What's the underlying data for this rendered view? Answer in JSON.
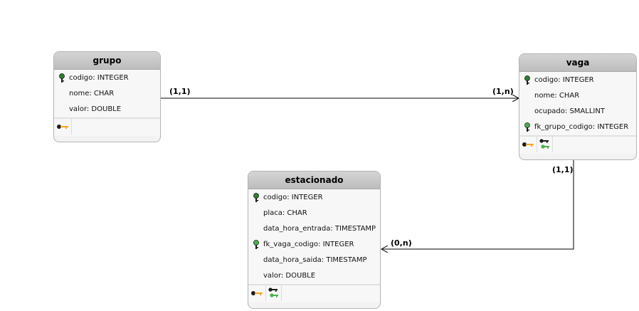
{
  "entities": {
    "grupo": {
      "name": "grupo",
      "attributes": [
        {
          "text": "codigo: INTEGER",
          "key": "pk"
        },
        {
          "text": "nome: CHAR",
          "key": ""
        },
        {
          "text": "valor: DOUBLE",
          "key": ""
        }
      ]
    },
    "vaga": {
      "name": "vaga",
      "attributes": [
        {
          "text": "codigo: INTEGER",
          "key": "pk"
        },
        {
          "text": "nome: CHAR",
          "key": ""
        },
        {
          "text": "ocupado: SMALLINT",
          "key": ""
        },
        {
          "text": "fk_grupo_codigo: INTEGER",
          "key": "fk"
        }
      ]
    },
    "estacionado": {
      "name": "estacionado",
      "attributes": [
        {
          "text": "codigo: INTEGER",
          "key": "pk"
        },
        {
          "text": "placa: CHAR",
          "key": ""
        },
        {
          "text": "data_hora_entrada: TIMESTAMP",
          "key": ""
        },
        {
          "text": "fk_vaga_codigo: INTEGER",
          "key": "fk"
        },
        {
          "text": "data_hora_saida: TIMESTAMP",
          "key": ""
        },
        {
          "text": "valor: DOUBLE",
          "key": ""
        }
      ]
    }
  },
  "relationships": [
    {
      "from": "grupo",
      "to": "vaga",
      "from_cardinality": "(1,1)",
      "to_cardinality": "(1,n)"
    },
    {
      "from": "vaga",
      "to": "estacionado",
      "from_cardinality": "(1,1)",
      "to_cardinality": "(0,n)"
    }
  ],
  "colors": {
    "pk_key": "#2e7d32",
    "fk_key": "#4caf50",
    "header": "#c8c8c8",
    "line": "#000000",
    "orange_key": "#f5a623"
  }
}
